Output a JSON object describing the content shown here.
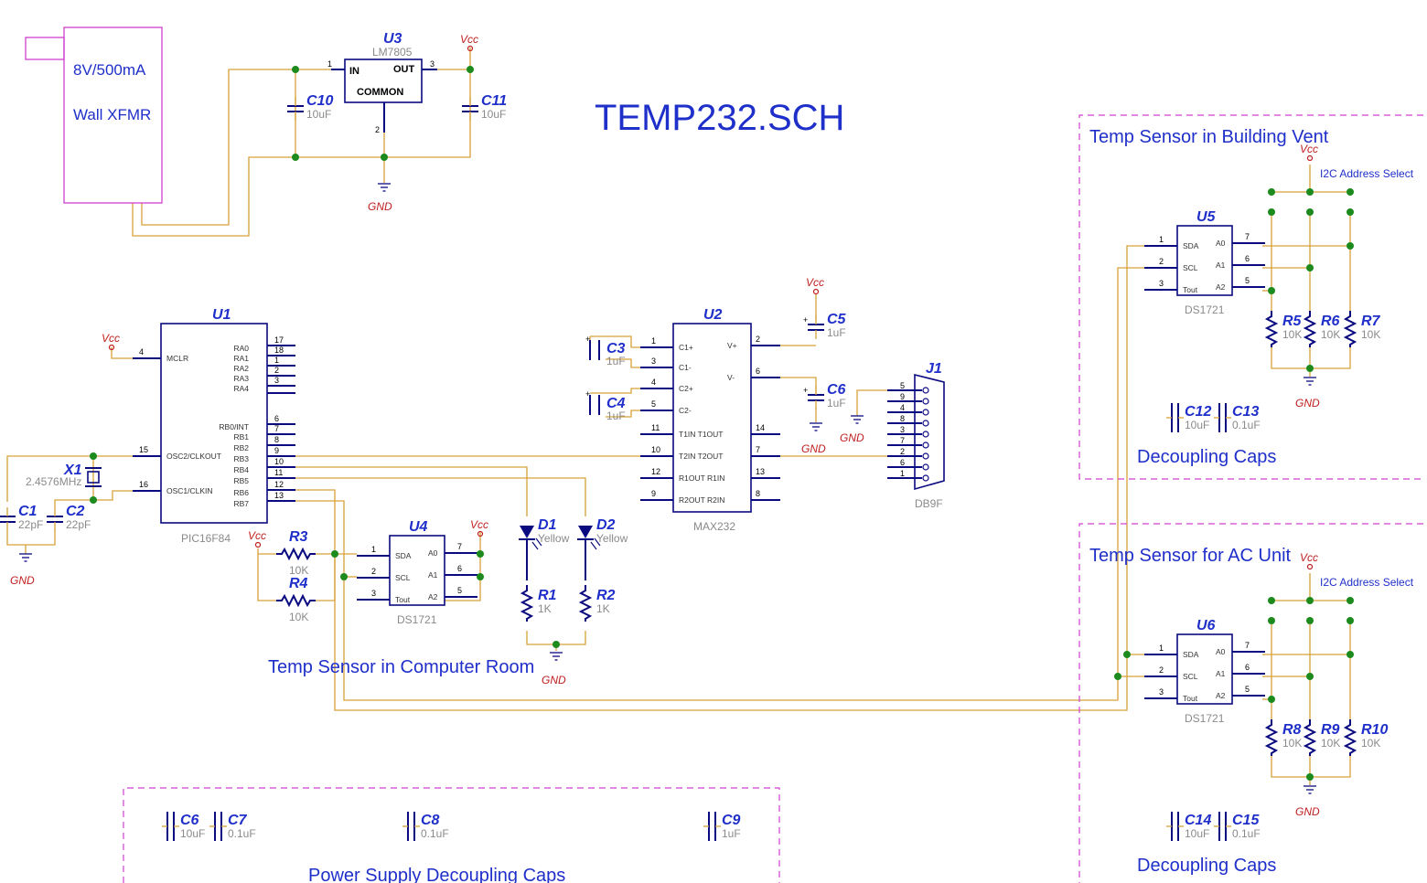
{
  "title": "TEMP232.SCH",
  "supply": {
    "transformer_line1": "8V/500mA",
    "transformer_line2": "Wall XFMR"
  },
  "components": {
    "U1": {
      "ref": "U1",
      "part": "PIC16F84"
    },
    "U2": {
      "ref": "U2",
      "part": "MAX232"
    },
    "U3": {
      "ref": "U3",
      "part": "LM7805",
      "in": "IN",
      "out": "OUT",
      "common": "COMMON"
    },
    "U4": {
      "ref": "U4",
      "part": "DS1721"
    },
    "U5": {
      "ref": "U5",
      "part": "DS1721"
    },
    "U6": {
      "ref": "U6",
      "part": "DS1721"
    },
    "J1": {
      "ref": "J1",
      "part": "DB9F"
    },
    "X1": {
      "ref": "X1",
      "value": "2.4576MHz"
    },
    "C1": {
      "ref": "C1",
      "value": "22pF"
    },
    "C2": {
      "ref": "C2",
      "value": "22pF"
    },
    "C3": {
      "ref": "C3",
      "value": "1uF"
    },
    "C4": {
      "ref": "C4",
      "value": "1uF"
    },
    "C5": {
      "ref": "C5",
      "value": "1uF"
    },
    "C6a": {
      "ref": "C6",
      "value": "1uF"
    },
    "C6b": {
      "ref": "C6",
      "value": "10uF"
    },
    "C7": {
      "ref": "C7",
      "value": "0.1uF"
    },
    "C8": {
      "ref": "C8",
      "value": "0.1uF"
    },
    "C9": {
      "ref": "C9",
      "value": "1uF"
    },
    "C10": {
      "ref": "C10",
      "value": "10uF"
    },
    "C11": {
      "ref": "C11",
      "value": "10uF"
    },
    "C12": {
      "ref": "C12",
      "value": "10uF"
    },
    "C13": {
      "ref": "C13",
      "value": "0.1uF"
    },
    "C14": {
      "ref": "C14",
      "value": "10uF"
    },
    "C15": {
      "ref": "C15",
      "value": "0.1uF"
    },
    "D1": {
      "ref": "D1",
      "value": "Yellow"
    },
    "D2": {
      "ref": "D2",
      "value": "Yellow"
    },
    "R1": {
      "ref": "R1",
      "value": "1K"
    },
    "R2": {
      "ref": "R2",
      "value": "1K"
    },
    "R3": {
      "ref": "R3",
      "value": "10K"
    },
    "R4": {
      "ref": "R4",
      "value": "10K"
    },
    "R5": {
      "ref": "R5",
      "value": "10K"
    },
    "R6": {
      "ref": "R6",
      "value": "10K"
    },
    "R7": {
      "ref": "R7",
      "value": "10K"
    },
    "R8": {
      "ref": "R8",
      "value": "10K"
    },
    "R9": {
      "ref": "R9",
      "value": "10K"
    },
    "R10": {
      "ref": "R10",
      "value": "10K"
    }
  },
  "pins": {
    "u1_left": [
      {
        "num": "4",
        "label": "MCLR"
      },
      {
        "num": "15",
        "label": "OSC2/CLKOUT"
      },
      {
        "num": "16",
        "label": "OSC1/CLKIN"
      }
    ],
    "u1_right": [
      {
        "num": "17",
        "label": "RA0"
      },
      {
        "num": "18",
        "label": "RA1"
      },
      {
        "num": "1",
        "label": "RA2"
      },
      {
        "num": "2",
        "label": "RA3"
      },
      {
        "num": "3",
        "label": "RA4"
      },
      {
        "num": "6",
        "label": "RB0/INT"
      },
      {
        "num": "7",
        "label": "RB1"
      },
      {
        "num": "8",
        "label": "RB2"
      },
      {
        "num": "9",
        "label": "RB3"
      },
      {
        "num": "10",
        "label": "RB4"
      },
      {
        "num": "11",
        "label": "RB5"
      },
      {
        "num": "12",
        "label": "RB6"
      },
      {
        "num": "13",
        "label": "RB7"
      }
    ],
    "u2_left": [
      {
        "num": "1",
        "label": "C1+"
      },
      {
        "num": "3",
        "label": "C1-"
      },
      {
        "num": "4",
        "label": "C2+"
      },
      {
        "num": "5",
        "label": "C2-"
      },
      {
        "num": "11",
        "label": "T1IN T1OUT"
      },
      {
        "num": "10",
        "label": "T2IN T2OUT"
      },
      {
        "num": "12",
        "label": "R1OUT R1IN"
      },
      {
        "num": "9",
        "label": "R2OUT R2IN"
      }
    ],
    "u2_right": [
      {
        "num": "2",
        "label": "V+"
      },
      {
        "num": "6",
        "label": "V-"
      },
      {
        "num": "14",
        "label": ""
      },
      {
        "num": "7",
        "label": ""
      },
      {
        "num": "13",
        "label": ""
      },
      {
        "num": "8",
        "label": ""
      }
    ],
    "ds_left": [
      {
        "num": "1",
        "label": "SDA"
      },
      {
        "num": "2",
        "label": "SCL"
      },
      {
        "num": "3",
        "label": "Tout"
      }
    ],
    "ds_right": [
      {
        "num": "7",
        "label": "A0"
      },
      {
        "num": "6",
        "label": "A1"
      },
      {
        "num": "5",
        "label": "A2"
      }
    ],
    "db9": [
      "5",
      "9",
      "4",
      "8",
      "3",
      "7",
      "2",
      "6",
      "1"
    ],
    "u3_in": "1",
    "u3_out": "3",
    "u3_gnd": "2"
  },
  "power": {
    "vcc": "Vcc",
    "gnd": "GND"
  },
  "sections": {
    "building_vent": "Temp Sensor in Building Vent",
    "ac_unit": "Temp Sensor for AC Unit",
    "computer_room": "Temp Sensor in Computer Room",
    "decoupling": "Decoupling Caps",
    "power_decoupling": "Power Supply Decoupling Caps",
    "i2c_select": "I2C Address Select"
  },
  "colors": {
    "wire": "#d8a23a",
    "component": "#0a0a80",
    "reference": "#1f2fc9",
    "power_label": "#c02020",
    "junction": "#1d8a1d",
    "section_border": "#d040d0"
  }
}
